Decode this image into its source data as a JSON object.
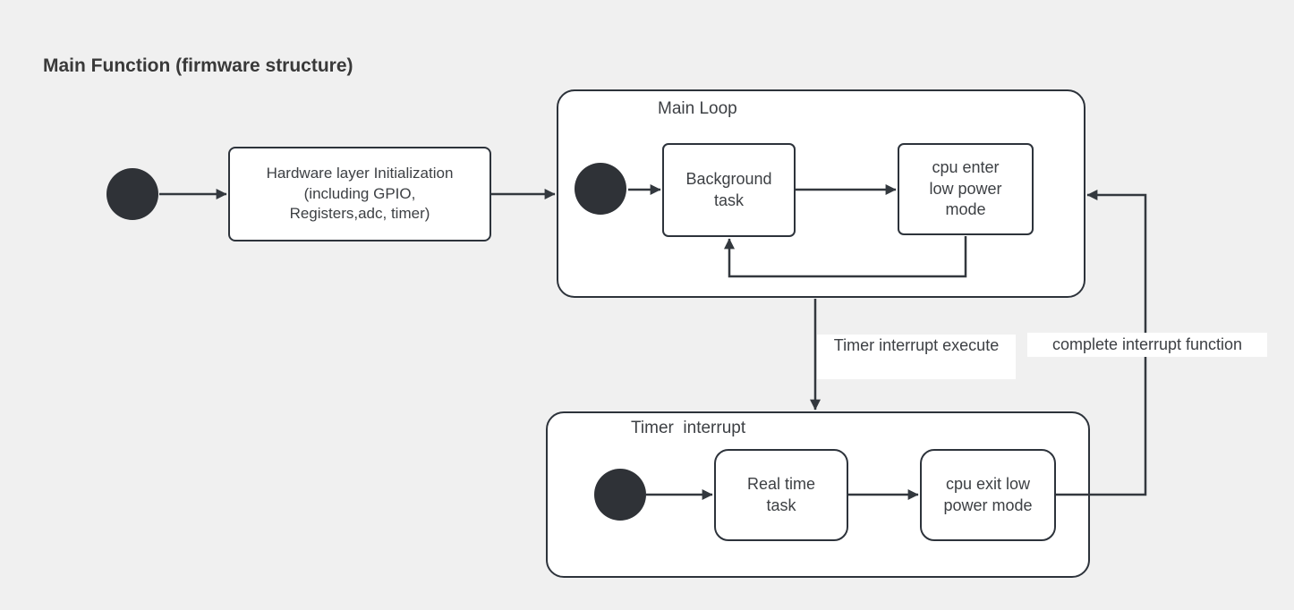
{
  "title": "Main Function (firmware structure)",
  "colors": {
    "background": "#f0f0f0",
    "node_fill": "#ffffff",
    "stroke": "#2d333b",
    "text": "#3d4044"
  },
  "nodes": {
    "hardware_init": [
      "Hardware layer Initialization",
      "(including GPIO,",
      "Registers,adc, timer)"
    ],
    "main_loop": {
      "label": "Main Loop",
      "background_task": [
        "Background",
        "task"
      ],
      "cpu_enter_low_power": [
        "cpu enter",
        "low power",
        "mode"
      ]
    },
    "timer_interrupt": {
      "label": "Timer  interrupt",
      "real_time_task": [
        "Real time",
        "task"
      ],
      "cpu_exit_low_power": [
        "cpu exit low",
        "power mode"
      ]
    }
  },
  "edge_labels": {
    "timer_interrupt_execute": "Timer interrupt execute",
    "complete_interrupt_function": "complete interrupt function"
  }
}
